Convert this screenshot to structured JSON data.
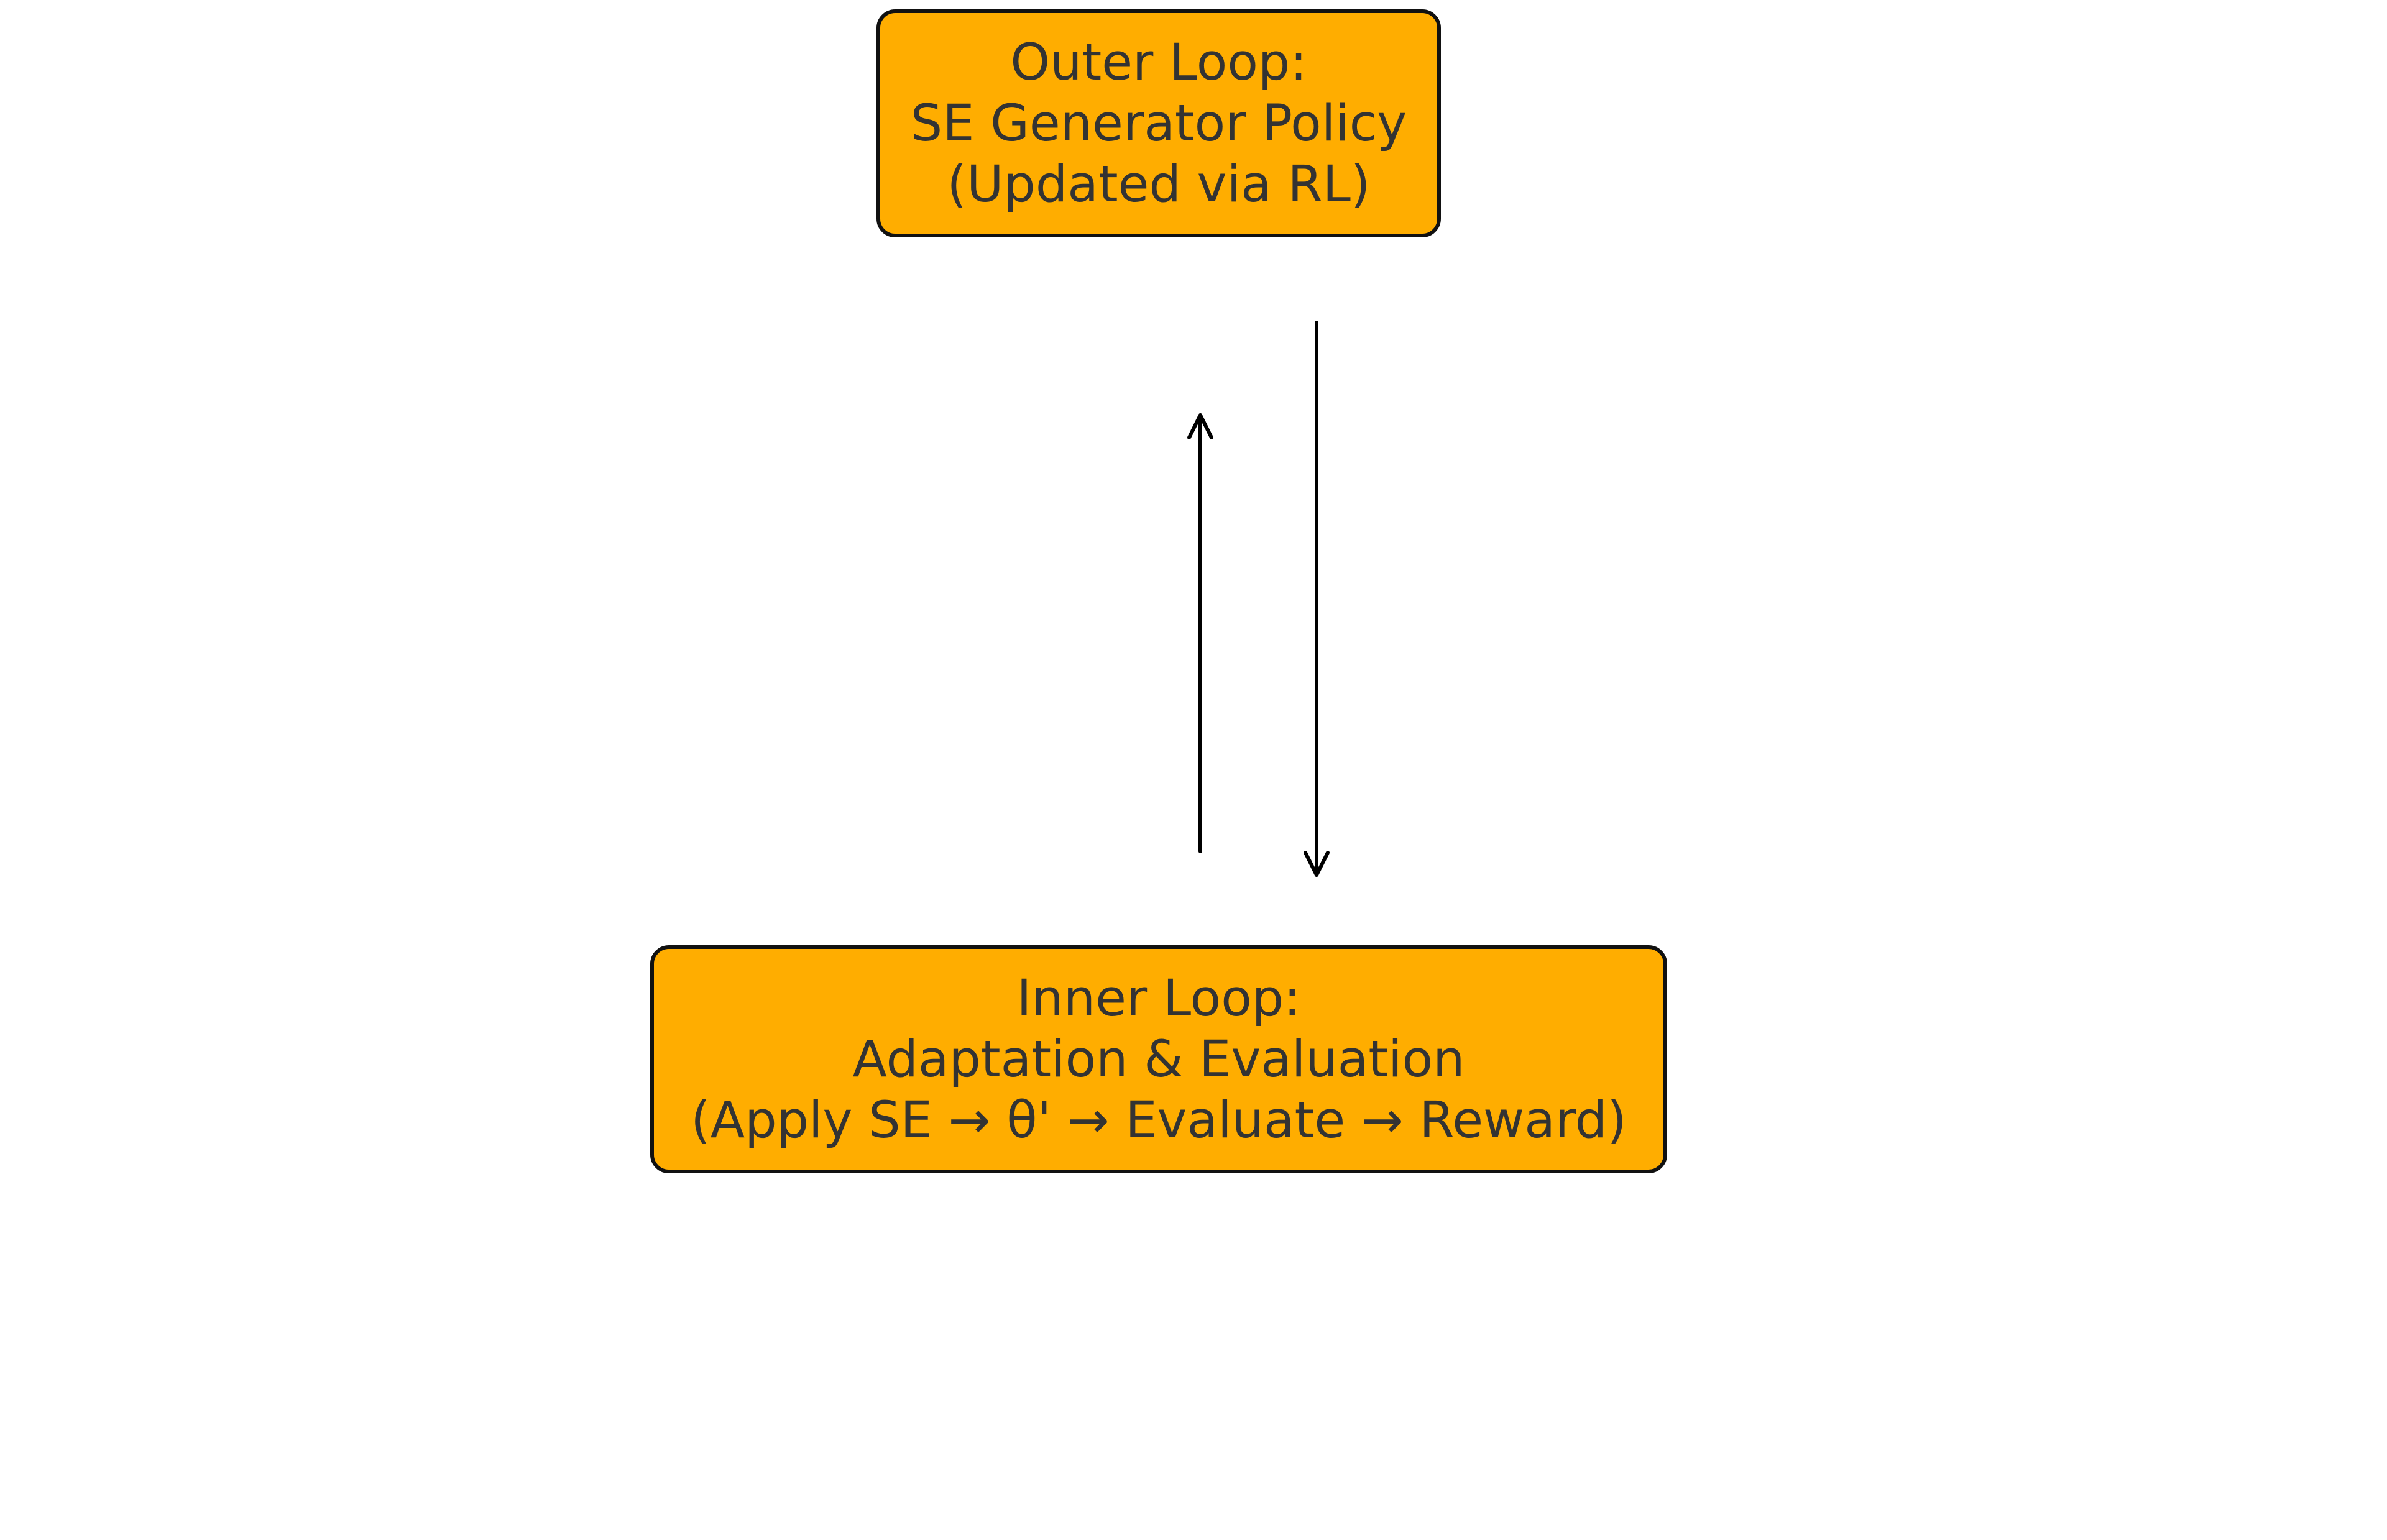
{
  "diagram": {
    "outer_loop": {
      "lines": [
        "Outer Loop:",
        "SE Generator Policy",
        "(Updated via RL)"
      ]
    },
    "inner_loop": {
      "lines": [
        "Inner Loop:",
        "Adaptation & Evaluation",
        "(Apply SE → θ' → Evaluate → Reward)"
      ]
    },
    "colors": {
      "box_fill": "#FFAD00",
      "box_border": "#111111",
      "text": "#333333",
      "arrow": "#000000"
    },
    "arrows": [
      {
        "from": "outer_loop",
        "to": "inner_loop",
        "direction": "down"
      },
      {
        "from": "inner_loop",
        "to": "outer_loop",
        "direction": "up"
      }
    ]
  }
}
